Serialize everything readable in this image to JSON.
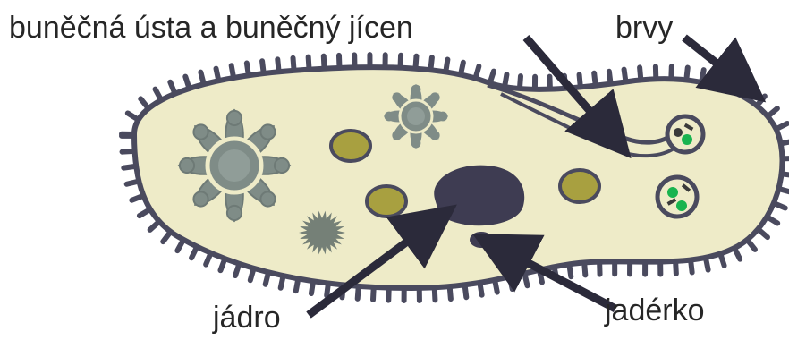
{
  "labels": {
    "mouth_gullet": "buněčná ústa a buněčný jícen",
    "cilia": "brvy",
    "nucleus": "jádro",
    "nucleolus": "jadérko"
  },
  "colors": {
    "cytoplasm": "#EEEBC8",
    "outline": "#4A4A5E",
    "nucleus": "#3E3C52",
    "vacuole_fill": "#A8A040",
    "contractile_vacuole": "#7F8C87",
    "food_green": "#19B44F",
    "arrow": "#2B2A3A"
  }
}
